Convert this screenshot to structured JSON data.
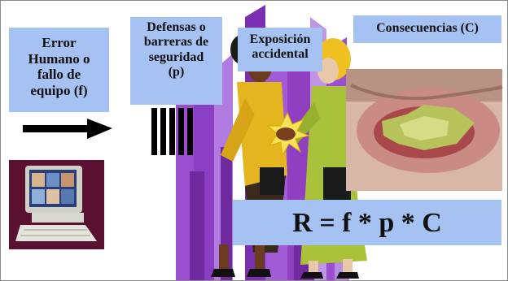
{
  "labels": {
    "error_lines": [
      "Error",
      "Humano o",
      "fallo de",
      "equipo  (f)"
    ],
    "defensas_lines": [
      "Defensas o",
      "barreras de",
      "seguridad",
      "(p)"
    ],
    "exposicion_lines": [
      "Exposición",
      "accidental"
    ],
    "consecuencias": "Consecuencias (C)"
  },
  "formula": "R = f * p * C",
  "icons": [
    "right-arrow-icon",
    "barrier-bars-icon",
    "computer-icon",
    "handshake-illustration",
    "wound-photo"
  ],
  "colors": {
    "label_background": "#a6c2f2",
    "building_purple": "#8f3fbf",
    "computer_panel": "#5a1030",
    "suit_yellow": "#e4b51e",
    "suit_green": "#a9c23a"
  }
}
